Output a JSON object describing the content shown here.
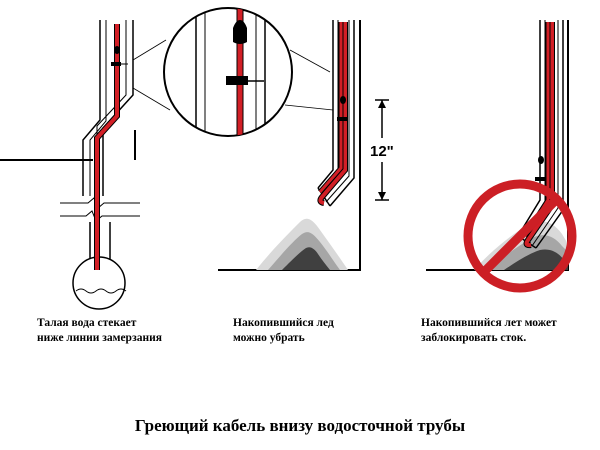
{
  "captions": {
    "left": {
      "line1": "Талая вода стекает",
      "line2": "ниже линии замерзания"
    },
    "middle": {
      "line1": "Накопившийся лед",
      "line2": "можно убрать"
    },
    "right": {
      "line1": "Накопившийся лет может",
      "line2": "заблокировать сток."
    }
  },
  "dimension_label": "12\"",
  "title": "Греющий кабель внизу водосточной трубы",
  "colors": {
    "cable": "#d21f26",
    "outline": "#000000",
    "ice_light": "#d9d9d9",
    "ice_mid": "#a6a6a6",
    "ice_dark": "#404040",
    "prohibition": "#cc1f25"
  },
  "icons": {
    "prohibition": "no-entry-circle-slash",
    "magnifier": "zoom-circle"
  }
}
